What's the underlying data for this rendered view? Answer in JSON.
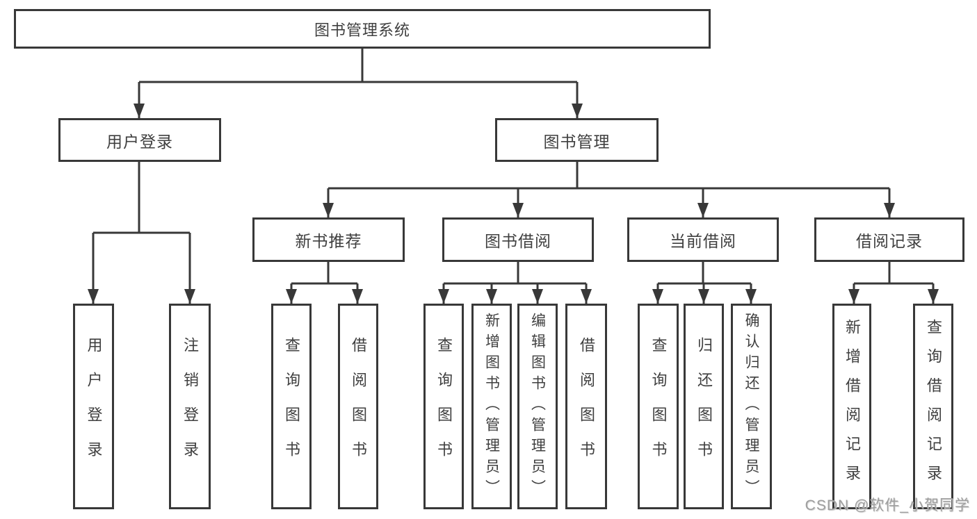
{
  "colors": {
    "line": "#383838",
    "text": "#3f3f3f",
    "watermark": "#9e9e9e",
    "background": "#ffffff"
  },
  "watermark": "CSDN @软件_小贺同学",
  "tree": {
    "root": {
      "label": "图书管理系统"
    },
    "level1": [
      {
        "label": "用户登录",
        "children": [
          {
            "label": "用户登录"
          },
          {
            "label": "注销登录"
          }
        ]
      },
      {
        "label": "图书管理",
        "children": [
          {
            "label": "新书推荐",
            "children": [
              {
                "label": "查询图书"
              },
              {
                "label": "借阅图书"
              }
            ]
          },
          {
            "label": "图书借阅",
            "children": [
              {
                "label": "查询图书"
              },
              {
                "label": "新增图书（管理员）"
              },
              {
                "label": "编辑图书（管理员）"
              },
              {
                "label": "借阅图书"
              }
            ]
          },
          {
            "label": "当前借阅",
            "children": [
              {
                "label": "查询图书"
              },
              {
                "label": "归还图书"
              },
              {
                "label": "确认归还（管理员）"
              }
            ]
          },
          {
            "label": "借阅记录",
            "children": [
              {
                "label": "新增借阅记录"
              },
              {
                "label": "查询借阅记录"
              }
            ]
          }
        ]
      }
    ]
  }
}
